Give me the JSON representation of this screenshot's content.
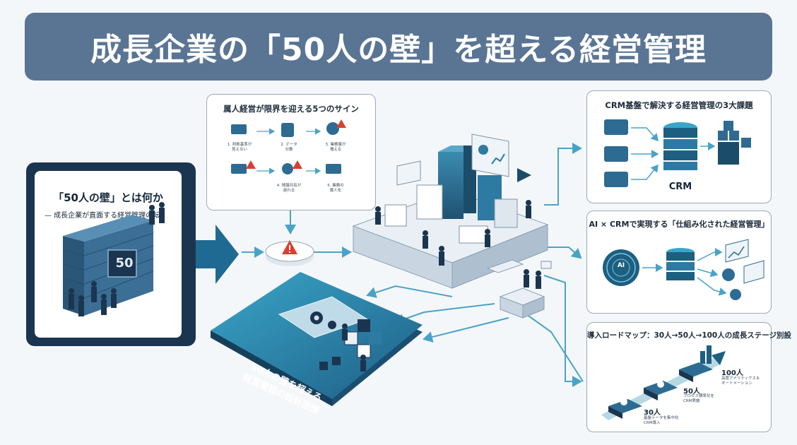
{
  "title": "成長企業の「50人の壁」を超える経営管理",
  "left_card": {
    "title": "「50人の壁」とは何か",
    "subtitle": "— 成長企業が直面する経営管理の転",
    "wall_number": "50"
  },
  "signs_card": {
    "title": "属人経営が限界を迎える5つのサイン",
    "items": [
      "1. 判断基準が\n見えない",
      "2. データ\n分散",
      "3. 業務量が\n増える",
      "4. 情報共有が\n遅れる",
      "5. 業務の\n属人化"
    ]
  },
  "crm_card": {
    "title": "CRM基盤で解決する経営管理の3大課題",
    "label": "CRM"
  },
  "ai_card": {
    "title": "AI × CRMで実現する「仕組み化された経営管理」",
    "ai_label": "AI"
  },
  "roadmap_card": {
    "title": "導入ロードマップ：30人→50人→100人の成長ステージ別設",
    "milestones": [
      {
        "label": "30人",
        "desc": "基盤データを集中化\nCRM導入"
      },
      {
        "label": "50人",
        "desc": "プロセス標準化を\nCRM実施"
      },
      {
        "label": "100人",
        "desc": "高度アナリティクス＆\nオートメーション"
      }
    ]
  },
  "platform": {
    "text": "50人の壁を超える\n経営管理の設計思想"
  },
  "colors": {
    "title_bg": "#5a7594",
    "navy": "#1b3550",
    "teal": "#2a8fb0",
    "dark_teal": "#1d5f80",
    "line": "#4aa3c7"
  }
}
